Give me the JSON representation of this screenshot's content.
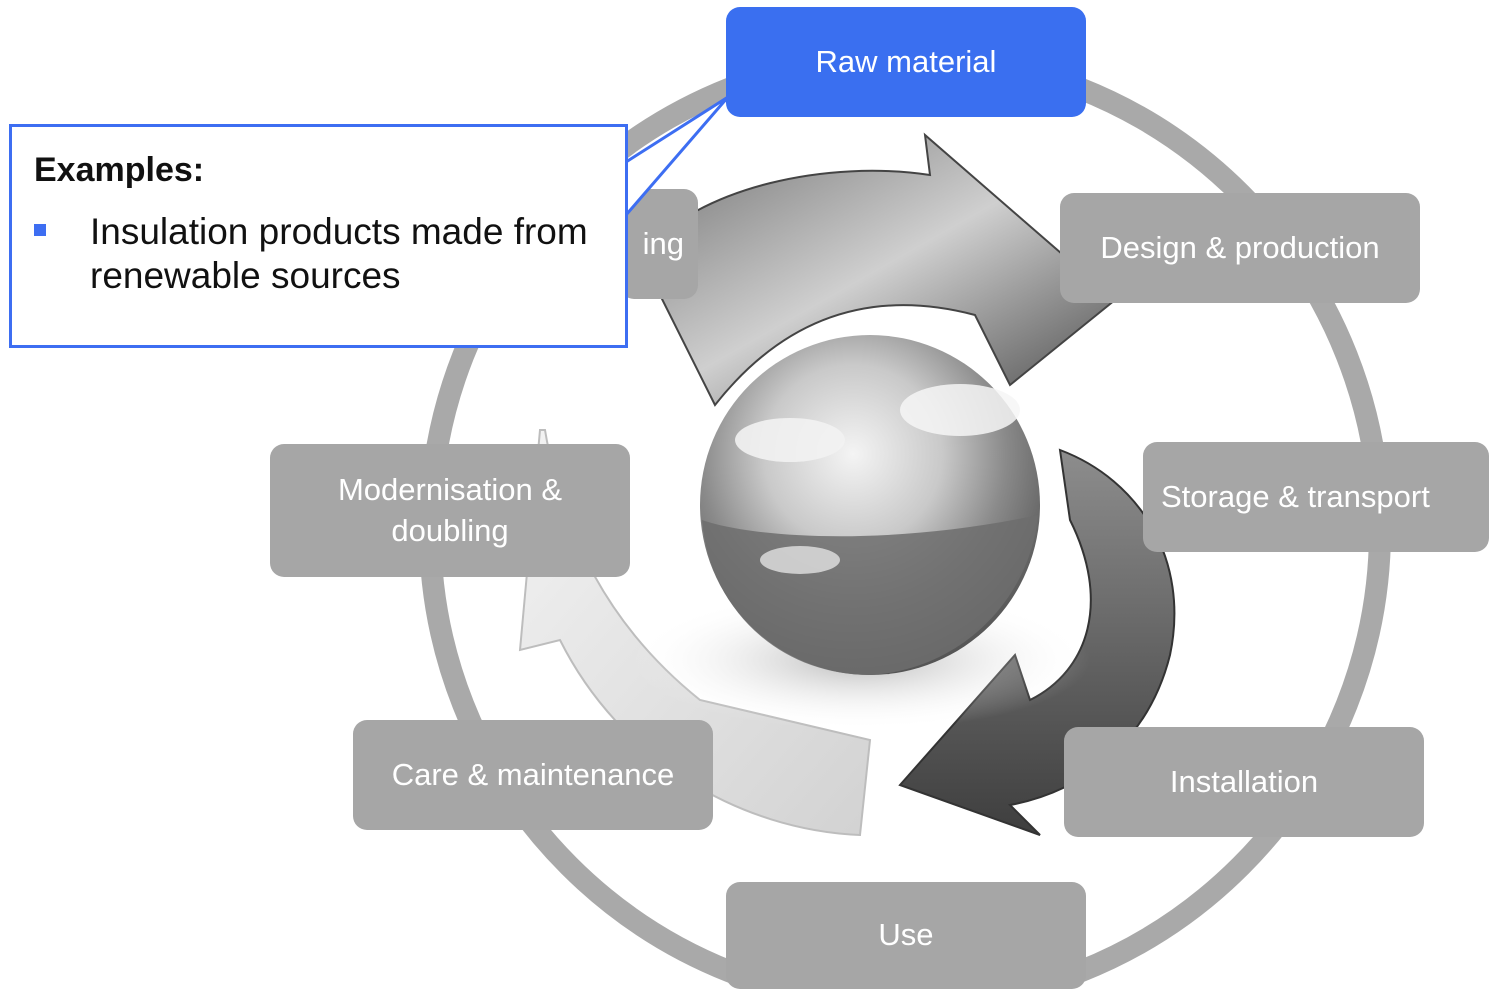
{
  "stages": [
    {
      "key": "raw",
      "label": "Raw material",
      "active": true
    },
    {
      "key": "design",
      "label": "Design & production",
      "active": false
    },
    {
      "key": "storage",
      "label": "Storage & transport",
      "active": false
    },
    {
      "key": "install",
      "label": "Installation",
      "active": false
    },
    {
      "key": "use",
      "label": "Use",
      "active": false
    },
    {
      "key": "care",
      "label": "Care & maintenance",
      "active": false
    },
    {
      "key": "modern",
      "label": "Modernisation &\ndoubling",
      "active": false
    },
    {
      "key": "hidden",
      "label": "ing",
      "active": false
    }
  ],
  "callout": {
    "title": "Examples:",
    "items": [
      "Insulation products made from renewable sources"
    ]
  },
  "colors": {
    "stage_box": "#a6a6a6",
    "active_box": "#3a6ff0",
    "ring": "#a9a9a9",
    "callout_border": "#3d6ef2"
  },
  "icons": [
    "recycle-arrows-image",
    "earth-globe-image",
    "bullet-square-icon"
  ]
}
